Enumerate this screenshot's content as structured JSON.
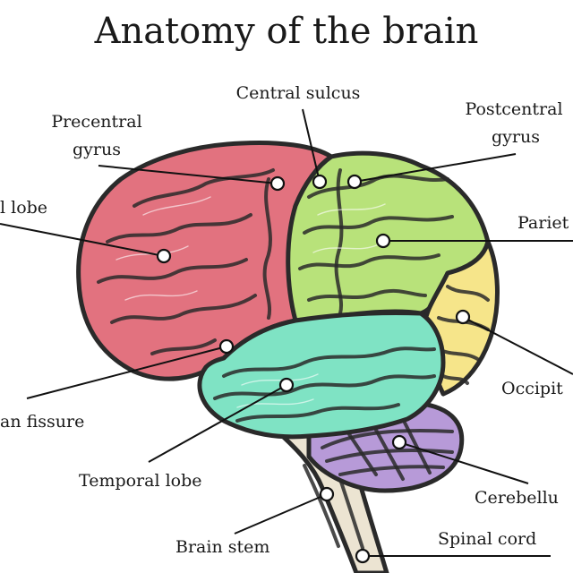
{
  "title": "Anatomy of the brain",
  "labels": {
    "central_sulcus": "Central sulcus",
    "precentral_gyrus_1": "Precentral",
    "precentral_gyrus_2": "gyrus",
    "postcentral_gyrus_1": "Postcentral",
    "postcentral_gyrus_2": "gyrus",
    "frontal_lobe": "l lobe",
    "parietal_lobe": "Pariet",
    "occipital_lobe": "Occipit",
    "sylvian_fissure": "an fissure",
    "temporal_lobe": "Temporal lobe",
    "cerebellum": "Cerebellu",
    "brain_stem": "Brain stem",
    "spinal_cord": "Spinal cord"
  },
  "colors": {
    "frontal": "#e2727f",
    "parietal": "#b8e27a",
    "occipital": "#f6e58a",
    "temporal": "#7fe3c4",
    "cerebellum": "#b79ad8",
    "stem": "#ece4d2",
    "outline": "#2a2a2a"
  }
}
